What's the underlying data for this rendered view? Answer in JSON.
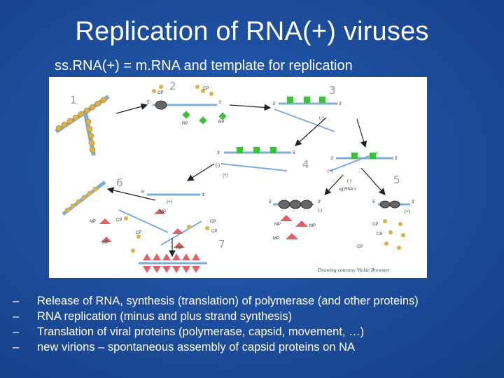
{
  "slide": {
    "title": "Replication of RNA(+) viruses",
    "subtitle": "ss.RNA(+) = m.RNA and template for replication"
  },
  "figure": {
    "step_numbers": [
      "1",
      "2",
      "3",
      "4",
      "5",
      "6",
      "7"
    ],
    "labels": {
      "cp": "CP",
      "rp": "RP",
      "mp": "MP",
      "five_prime": "5'",
      "three_prime": "3'",
      "plus": "(+)",
      "minus": "(-)",
      "sg_rnas": "sg RNA's"
    },
    "credit": "Drawing courtesy Vickie Brewster"
  },
  "bullets": {
    "dash": "–",
    "items": [
      "Release of RNA, synthesis (translation) of polymerase (and other proteins)",
      "RNA replication (minus and plus strand synthesis)",
      "Translation of viral proteins (polymerase, capsid, movement, …)",
      "new virions – spontaneous assembly of capsid proteins on NA"
    ]
  },
  "colors": {
    "background": "#1d4f9f",
    "rna_strand": "#7aaed6",
    "capsid": "#d9b24a",
    "replicase": "#3fbf3f",
    "movement_protein": "#e0606a"
  }
}
